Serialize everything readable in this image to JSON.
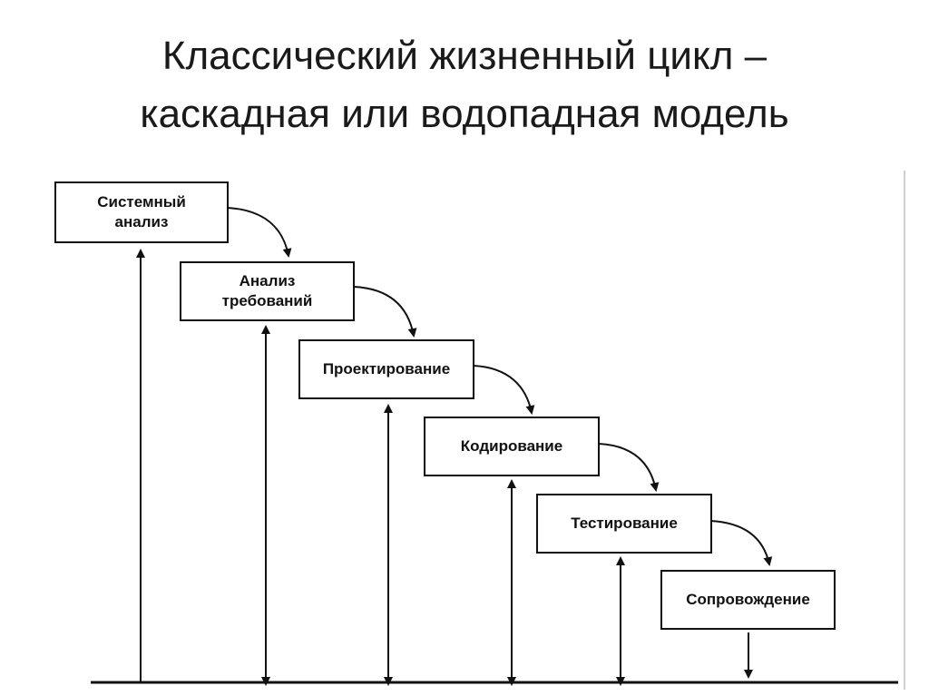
{
  "title": {
    "line1": "Классический жизненный цикл –",
    "line2": "каскадная или водопадная модель"
  },
  "stages": [
    {
      "label_line1": "Системный",
      "label_line2": "анализ"
    },
    {
      "label_line1": "Анализ",
      "label_line2": "требований"
    },
    {
      "label": "Проектирование"
    },
    {
      "label": "Кодирование"
    },
    {
      "label": "Тестирование"
    },
    {
      "label": "Сопровождение"
    }
  ],
  "colors": {
    "ink": "#111111",
    "background": "#ffffff"
  }
}
